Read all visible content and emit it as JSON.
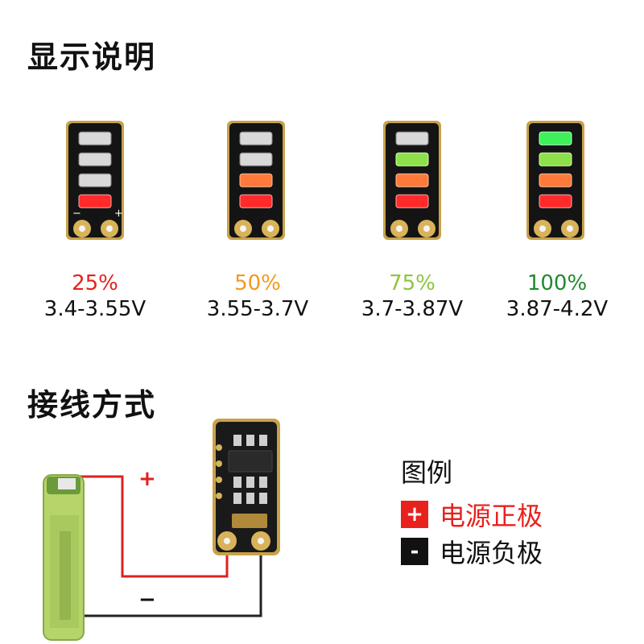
{
  "display_section": {
    "title": "显示说明"
  },
  "levels": [
    {
      "percent": "25%",
      "range": "3.4-3.55V",
      "color": "#e8211d"
    },
    {
      "percent": "50%",
      "range": "3.55-3.7V",
      "color": "#f39a1e"
    },
    {
      "percent": "75%",
      "range": "3.7-3.87V",
      "color": "#8cc63e"
    },
    {
      "percent": "100%",
      "range": "3.87-4.2V",
      "color": "#1f8a30"
    }
  ],
  "board_labels": {
    "minus": "−",
    "plus": "+"
  },
  "wiring_section": {
    "title": "接线方式"
  },
  "wire_signs": {
    "positive": "+",
    "negative": "−"
  },
  "legend": {
    "title": "图例",
    "positive": {
      "symbol": "+",
      "label": "电源正极",
      "box_color": "#e8211d",
      "label_color": "#e8211d"
    },
    "negative": {
      "symbol": "-",
      "label": "电源负极",
      "box_color": "#111111",
      "label_color": "#111111"
    }
  }
}
